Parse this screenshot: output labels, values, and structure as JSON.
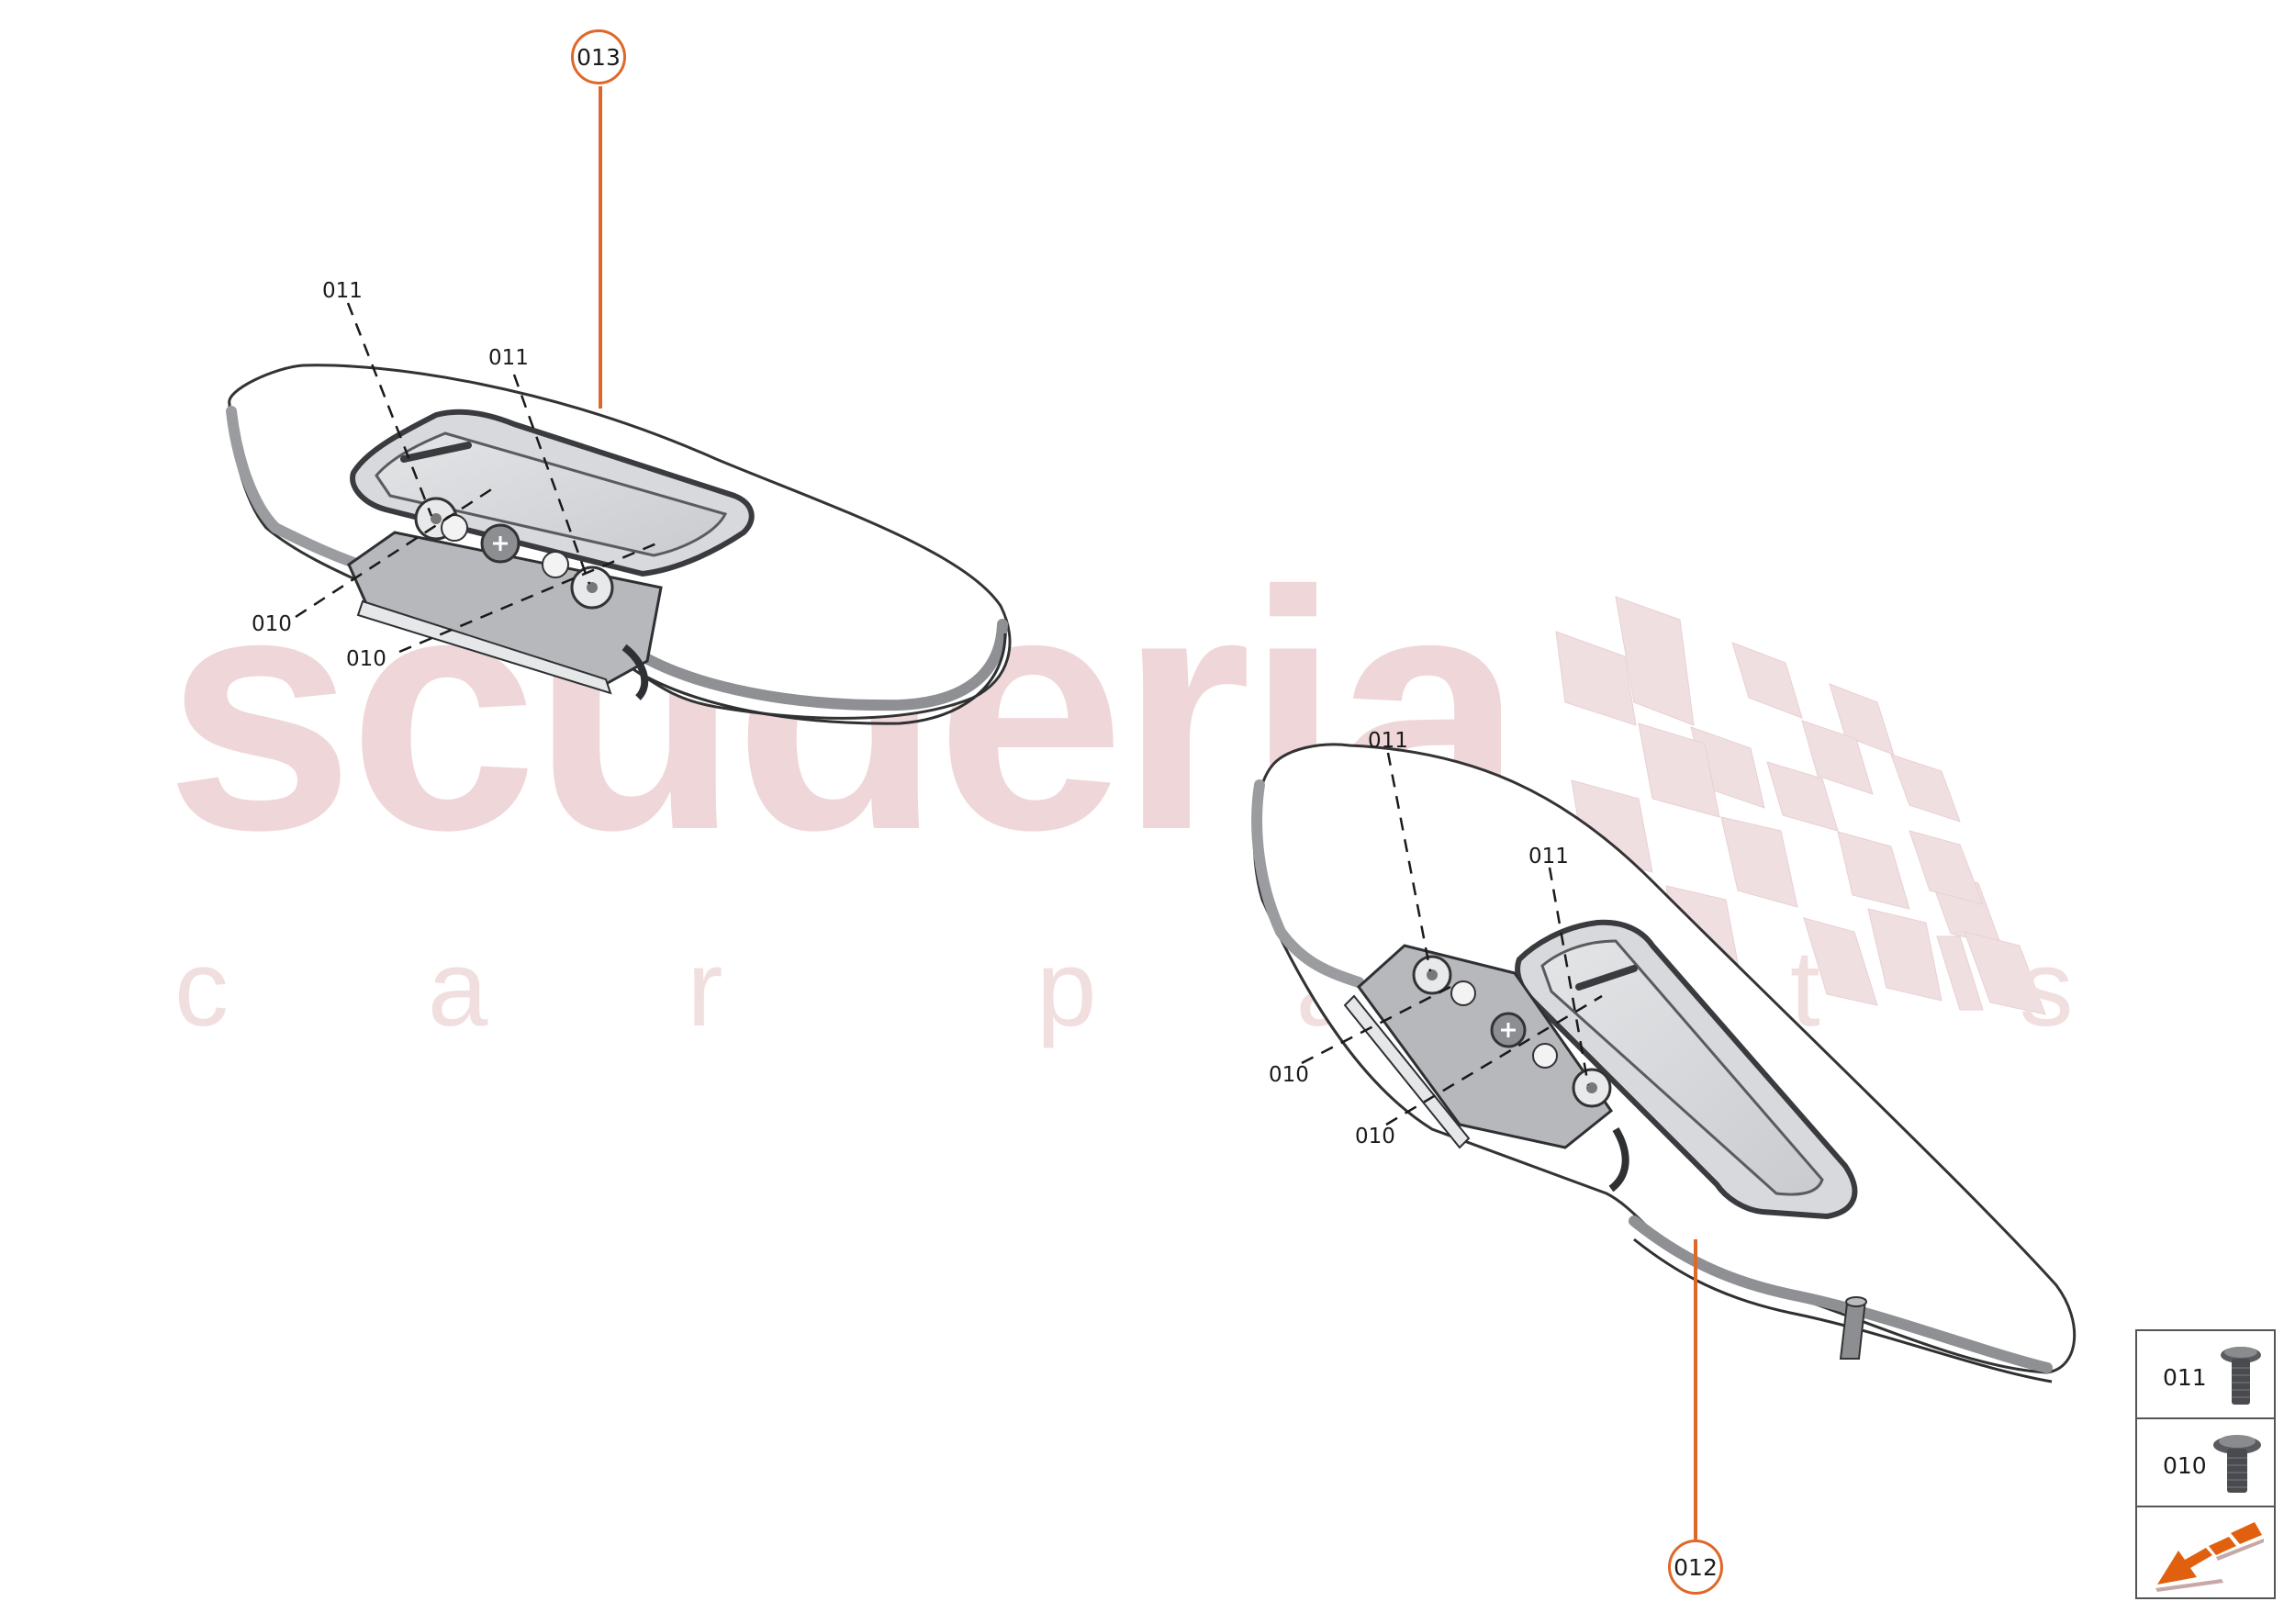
{
  "watermark": {
    "main": "scuderia",
    "sub": "c a r  p a r t s",
    "color": "#efd6d8"
  },
  "callouts": [
    {
      "id": "013",
      "label": "013"
    },
    {
      "id": "012",
      "label": "012"
    }
  ],
  "left_visor": {
    "labels": {
      "screw_011_a": "011",
      "screw_011_b": "011",
      "screw_010_a": "010",
      "screw_010_b": "010"
    }
  },
  "right_visor": {
    "labels": {
      "screw_011_a": "011",
      "screw_011_b": "011",
      "screw_010_a": "010",
      "screw_010_b": "010"
    }
  },
  "legend": {
    "rows": [
      {
        "number": "011",
        "icon": "screw-icon"
      },
      {
        "number": "010",
        "icon": "screw-flange-icon"
      },
      {
        "number": "",
        "icon": "navigate-arrow-icon"
      }
    ]
  },
  "colors": {
    "accent": "#e0672a",
    "line": "#1a1a1a",
    "checker": "#f0dfe1"
  }
}
